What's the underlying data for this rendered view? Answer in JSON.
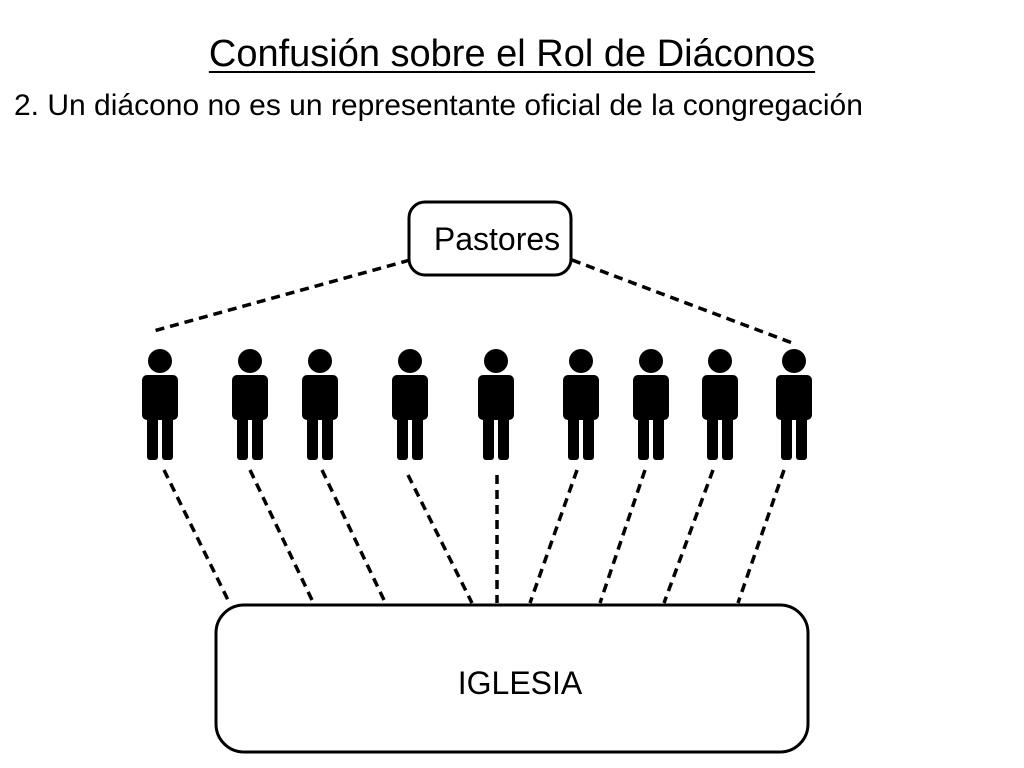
{
  "slide": {
    "title": "Confusión sobre el Rol de Diáconos",
    "point": "2.  Un diácono no es un representante oficial de la congregación"
  },
  "diagram": {
    "top_node": "Pastores",
    "bottom_node": "IGLESIA",
    "deacon_count": 9,
    "line_style": "dashed",
    "figure_icon": "person-icon",
    "colors": {
      "stroke": "#000000",
      "figure": "#000000",
      "background": "#ffffff"
    }
  }
}
